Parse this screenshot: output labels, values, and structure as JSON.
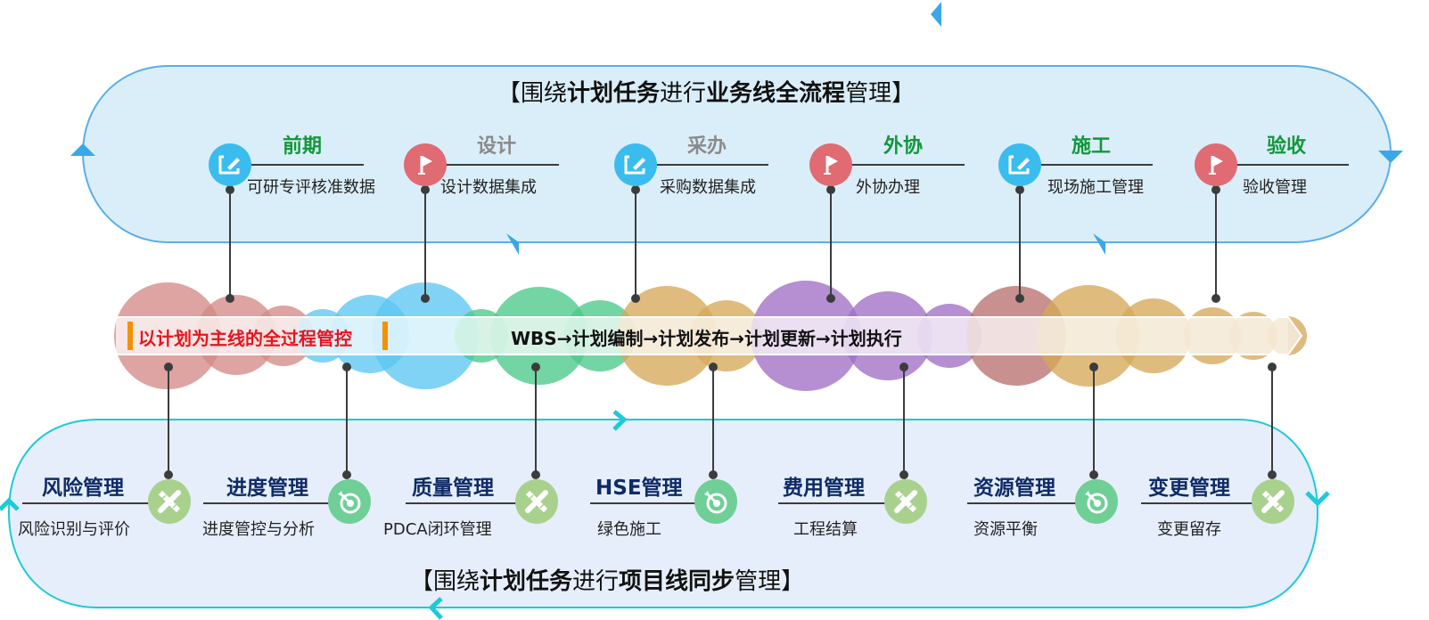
{
  "colors": {
    "top_fill": "#daeef9",
    "top_stroke": "#5aaee8",
    "bottom_fill": "#e6eefb",
    "bottom_stroke": "#1ccad8",
    "phase_green": "#12973a",
    "phase_gray": "#8a8a8a",
    "mgmt_navy": "#0f2b66",
    "banner_red": "#e8141b",
    "banner_bar": "#f39200",
    "icon_blue": "#3bbcef",
    "icon_red": "#e06b72",
    "icon_lightgreen": "#a9d18e",
    "icon_green": "#6fcf97"
  },
  "top_band": {
    "title_parts": [
      {
        "text": "【围绕",
        "bold": false
      },
      {
        "text": "计划任务",
        "bold": true
      },
      {
        "text": "进行",
        "bold": false
      },
      {
        "text": "业务线全流程",
        "bold": true
      },
      {
        "text": "管理】",
        "bold": false
      }
    ],
    "phases": [
      {
        "title": "前期",
        "subtitle": "可研专评核准数据",
        "icon": "edit-icon",
        "title_color": "green"
      },
      {
        "title": "设计",
        "subtitle": "设计数据集成",
        "icon": "flag-icon",
        "title_color": "gray"
      },
      {
        "title": "采办",
        "subtitle": "采购数据集成",
        "icon": "edit-icon",
        "title_color": "gray"
      },
      {
        "title": "外协",
        "subtitle": "外协办理",
        "icon": "flag-icon",
        "title_color": "green"
      },
      {
        "title": "施工",
        "subtitle": "现场施工管理",
        "icon": "edit-icon",
        "title_color": "green"
      },
      {
        "title": "验收",
        "subtitle": "验收管理",
        "icon": "flag-icon",
        "title_color": "green"
      }
    ]
  },
  "banner": {
    "main_label": "以计划为主线的全过程管控",
    "flow_label": "WBS→计划编制→计划发布→计划更新→计划执行"
  },
  "bottom_band": {
    "title_parts": [
      {
        "text": "【围绕",
        "bold": false
      },
      {
        "text": "计划任务",
        "bold": true
      },
      {
        "text": "进行",
        "bold": false
      },
      {
        "text": "项目线同步",
        "bold": true
      },
      {
        "text": "管理】",
        "bold": false
      }
    ],
    "items": [
      {
        "title": "风险管理",
        "subtitle": "风险识别与评价",
        "icon": "pencil-ruler-icon"
      },
      {
        "title": "进度管理",
        "subtitle": "进度管控与分析",
        "icon": "target-icon"
      },
      {
        "title": "质量管理",
        "subtitle": "PDCA闭环管理",
        "icon": "pencil-ruler-icon"
      },
      {
        "title": "HSE管理",
        "subtitle": "绿色施工",
        "icon": "target-icon"
      },
      {
        "title": "费用管理",
        "subtitle": "工程结算",
        "icon": "pencil-ruler-icon"
      },
      {
        "title": "资源管理",
        "subtitle": "资源平衡",
        "icon": "target-icon"
      },
      {
        "title": "变更管理",
        "subtitle": "变更留存",
        "icon": "pencil-ruler-icon"
      }
    ]
  }
}
